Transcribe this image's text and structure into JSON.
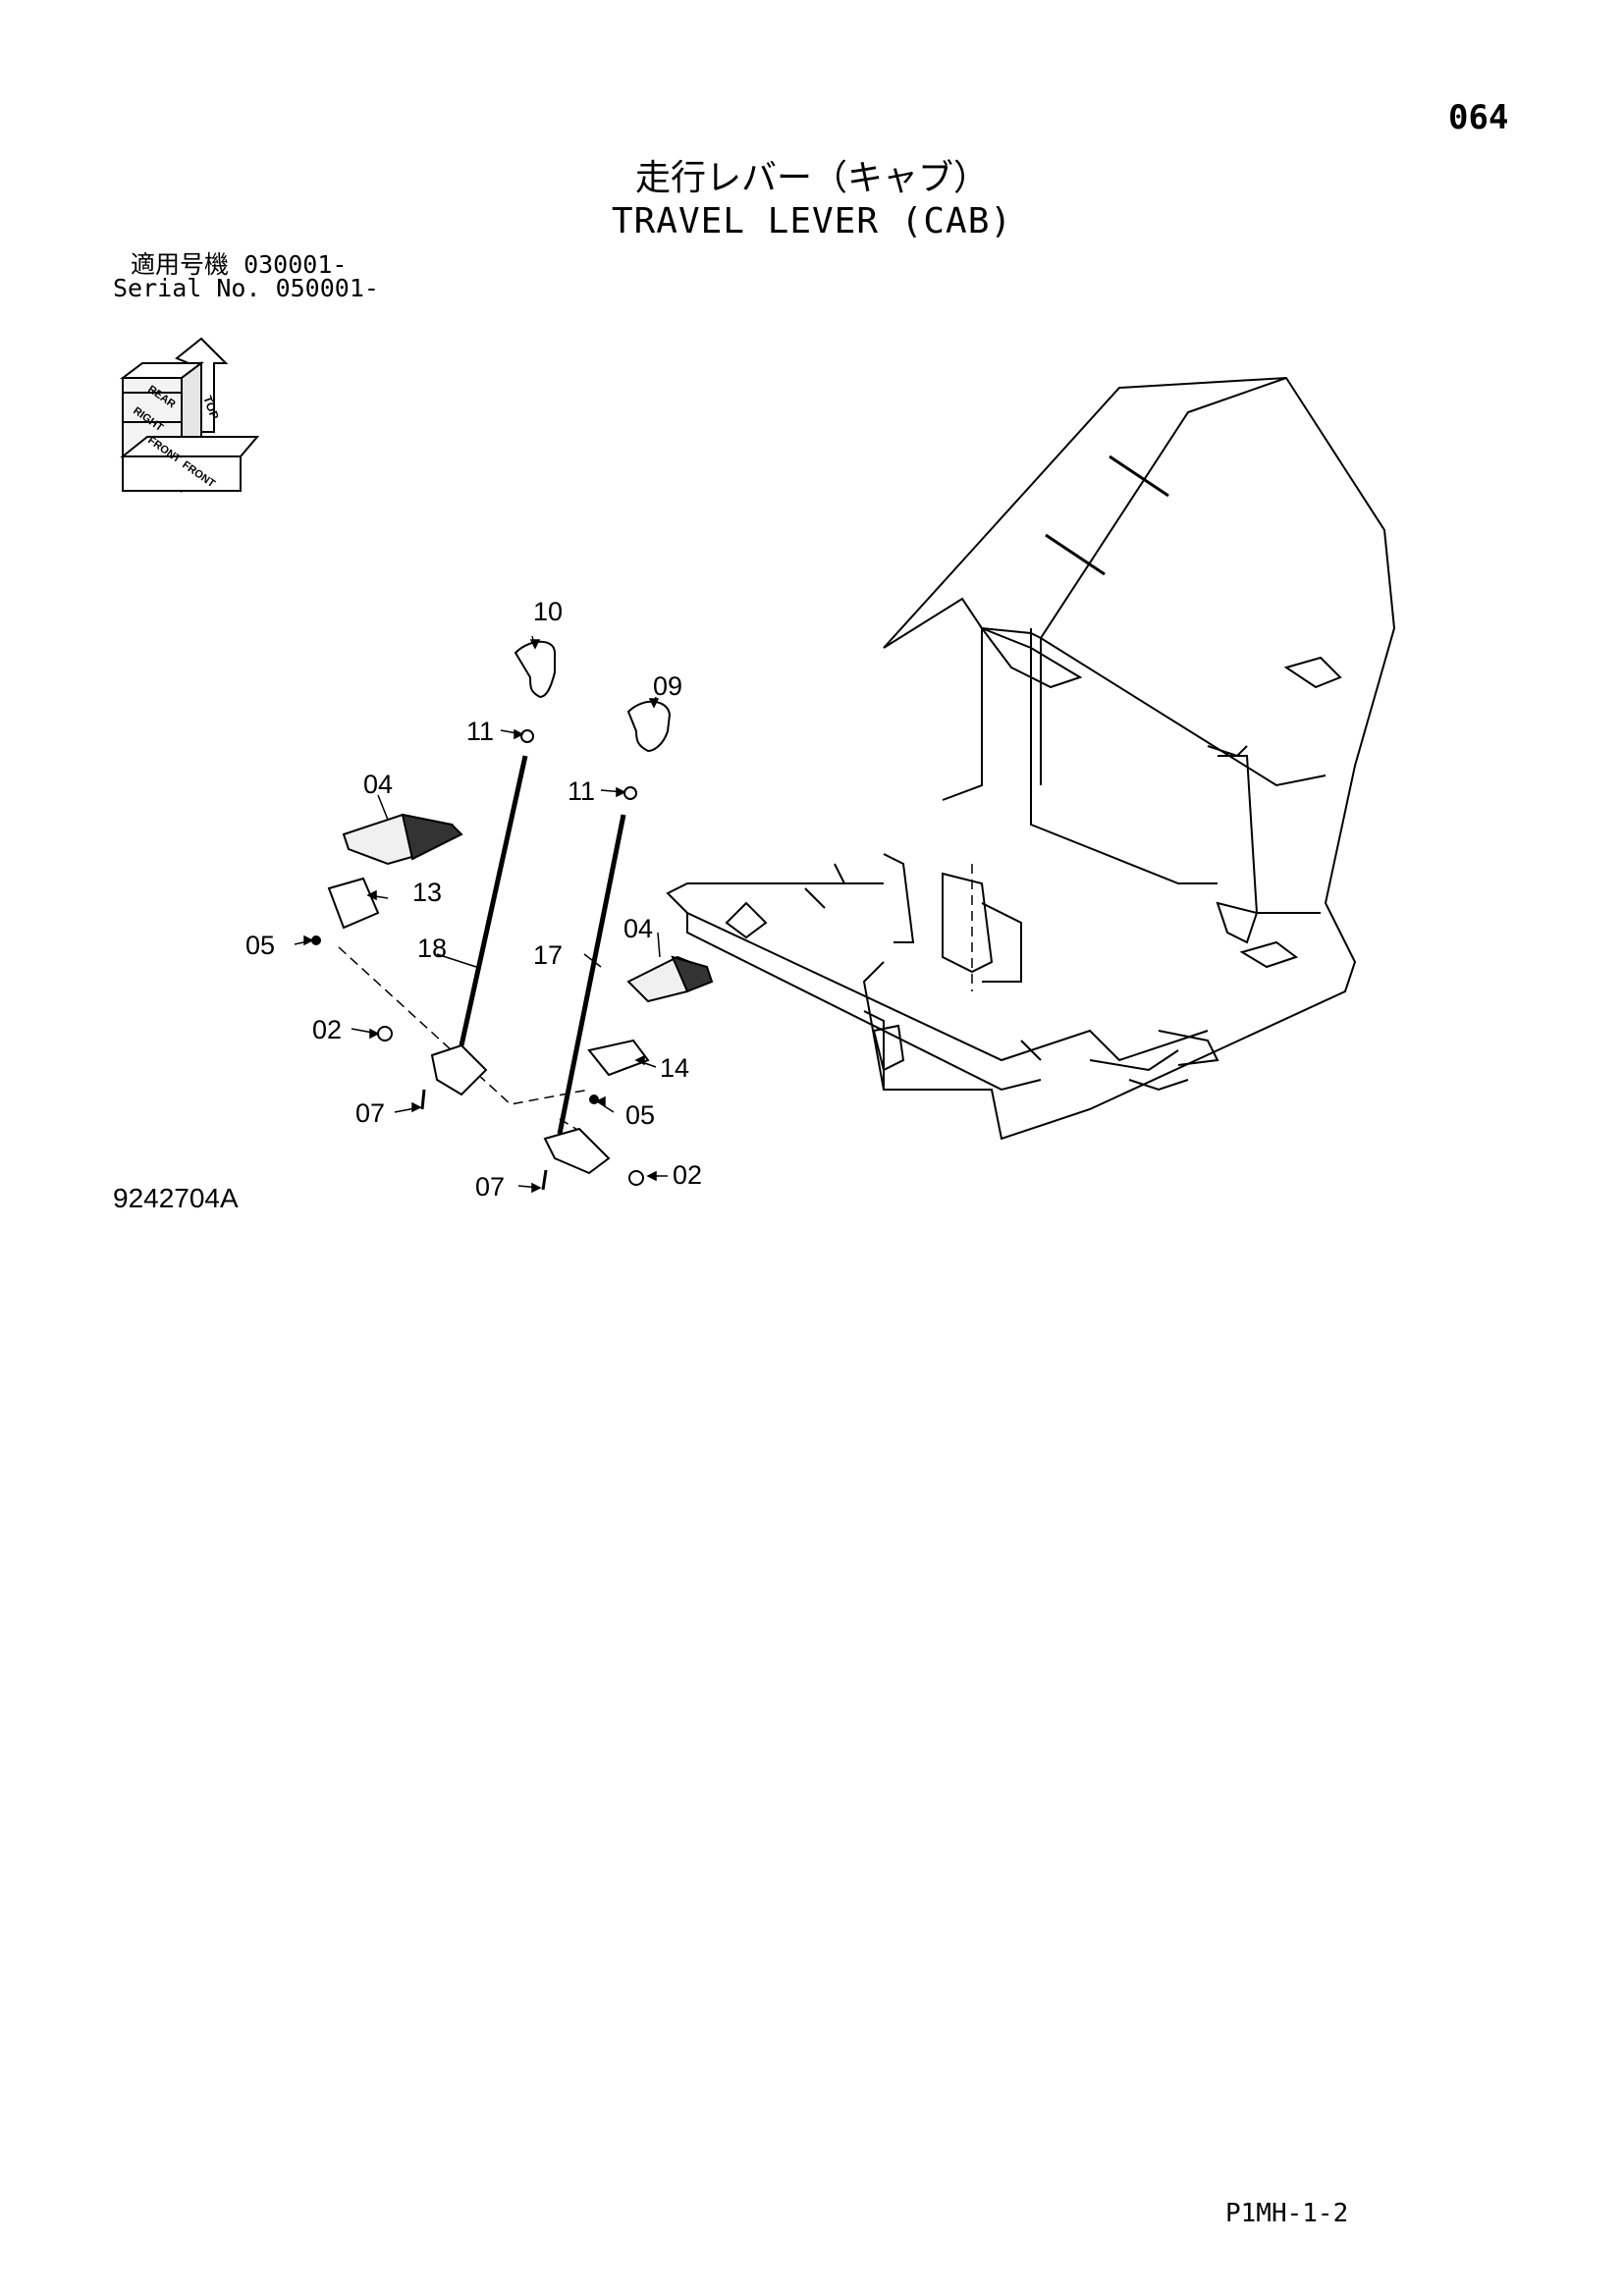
{
  "page_number": "064",
  "title_jp": "走行レバー（キャブ）",
  "title_en": "TRAVEL LEVER (CAB)",
  "serial": {
    "line1_label": "適用号機",
    "line1_value": "030001-",
    "line2_label": "Serial No.",
    "line2_value": "050001-"
  },
  "orientation_icon": {
    "labels": [
      "TOP",
      "REAR",
      "RIGHT",
      "FRONT",
      "FRONT"
    ]
  },
  "callouts": {
    "c10": "10",
    "c09": "09",
    "c11a": "11",
    "c11b": "11",
    "c04a": "04",
    "c04b": "04",
    "c13": "13",
    "c05a": "05",
    "c05b": "05",
    "c18": "18",
    "c17": "17",
    "c02a": "02",
    "c02b": "02",
    "c07a": "07",
    "c07b": "07",
    "c14": "14"
  },
  "drawing_number": "9242704A",
  "footer_code": "P1MH-1-2"
}
